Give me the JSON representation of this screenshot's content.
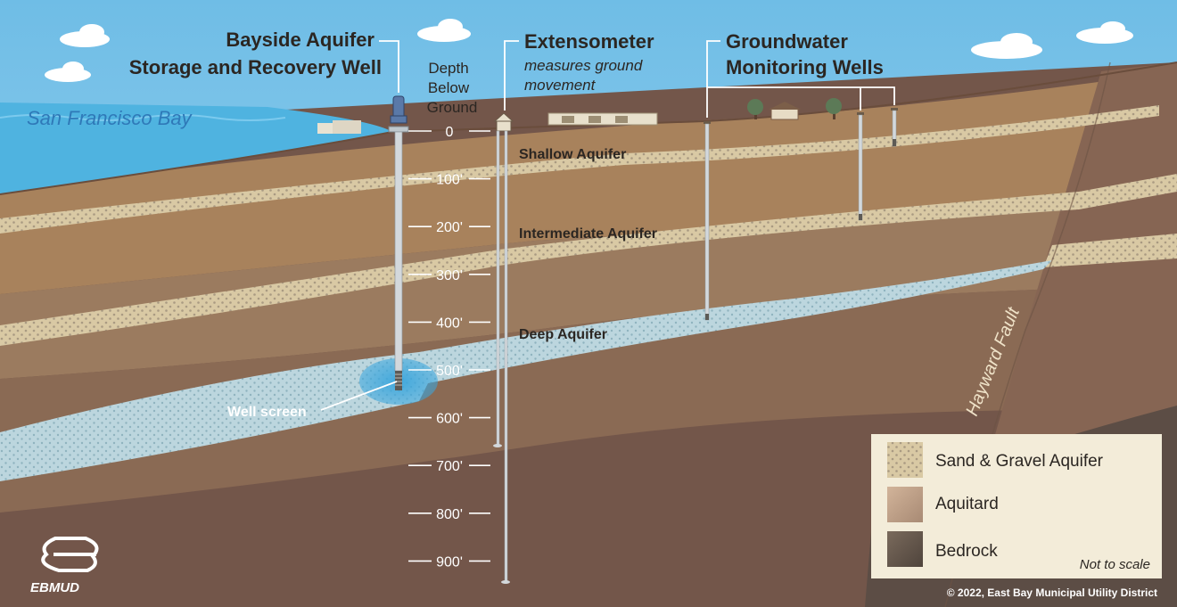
{
  "bay_label": "San Francisco Bay",
  "asr_well": {
    "line1": "Bayside Aquifer",
    "line2": "Storage and Recovery Well"
  },
  "depth_header": {
    "line1": "Depth",
    "line2": "Below",
    "line3": "Ground"
  },
  "extensometer": {
    "title": "Extensometer",
    "sub1": "measures ground",
    "sub2": "movement"
  },
  "monitoring": {
    "line1": "Groundwater",
    "line2": "Monitoring Wells"
  },
  "depth_ticks": [
    "0",
    "100'",
    "200'",
    "300'",
    "400'",
    "500'",
    "600'",
    "700'",
    "800'",
    "900'"
  ],
  "aquifers": {
    "shallow": "Shallow Aquifer",
    "intermediate": "Intermediate Aquifer",
    "deep": "Deep Aquifer"
  },
  "well_screen": "Well screen",
  "fault": "Hayward Fault",
  "legend": {
    "items": [
      {
        "label": "Sand & Gravel Aquifer",
        "swatch": "sand"
      },
      {
        "label": "Aquitard",
        "swatch": "aquitard"
      },
      {
        "label": "Bedrock",
        "swatch": "bedrock"
      }
    ],
    "note": "Not to scale"
  },
  "logo_text": "EBMUD",
  "copyright": "© 2022, East Bay Municipal Utility District",
  "colors": {
    "sky": "#7cc3ea",
    "water": "#4fb3e0",
    "surface": "#a8825c",
    "aquitard_light": "#b08f6e",
    "aquitard_mid": "#9b7b5f",
    "aquitard_dark": "#8a6a54",
    "deep_earth": "#73564a",
    "bedrock": "#5c4d45",
    "sand": "#d9c9a4",
    "sand_dot": "#a99a82",
    "deep_aquifer": "#bcd6de",
    "well_blue": "#3aa6dd",
    "legend_bg": "#f3ecd9",
    "pipe": "#d3d8dc"
  }
}
